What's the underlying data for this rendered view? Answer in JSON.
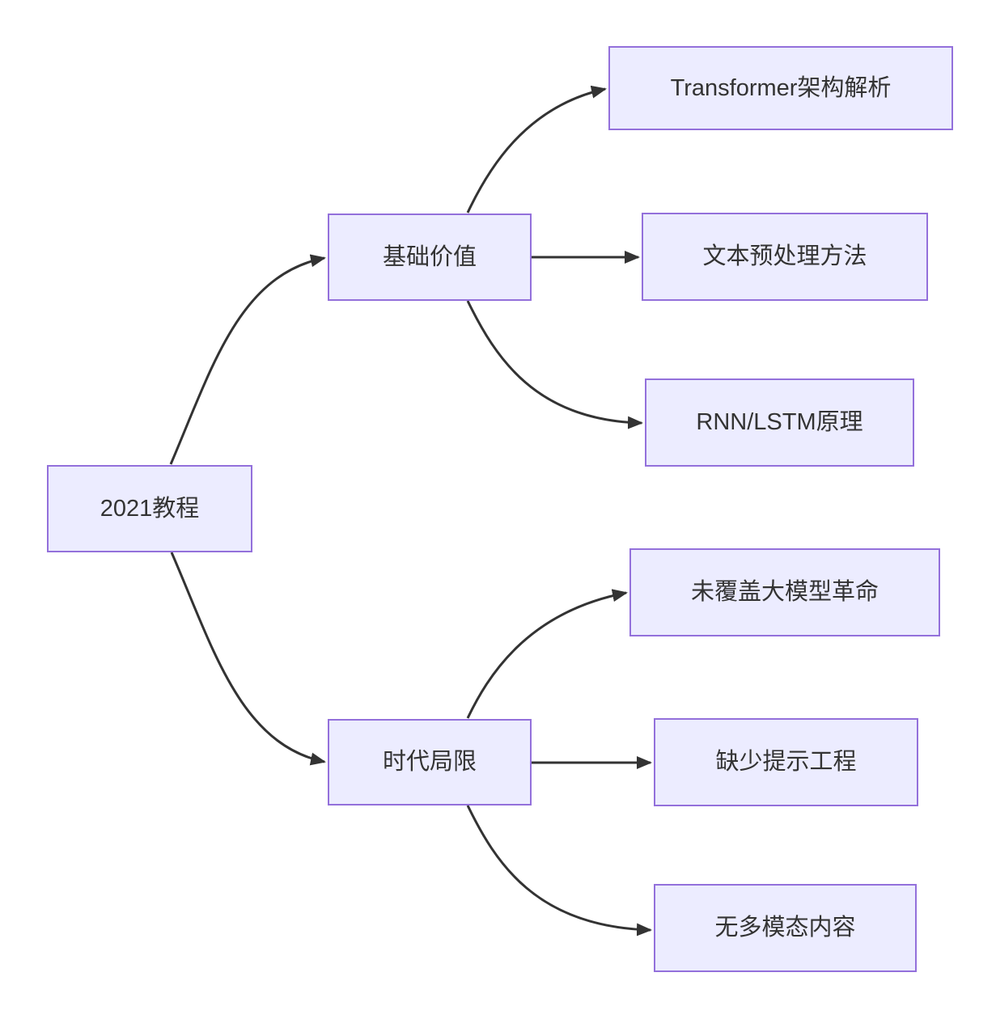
{
  "diagram": {
    "type": "flowchart-LR",
    "colors": {
      "node_fill": "#ECECFF",
      "node_border": "#9370DB",
      "edge_line": "#333333",
      "text": "#333333",
      "background": "#ffffff"
    },
    "nodes": [
      {
        "id": "2021-tutorial",
        "level": "root",
        "label": "2021教程"
      },
      {
        "id": "basic-value",
        "level": "branch",
        "label": "基础价值"
      },
      {
        "id": "era-limitations",
        "level": "branch",
        "label": "时代局限"
      },
      {
        "id": "transformer-architecture",
        "level": "leaf",
        "label": "Transformer架构解析"
      },
      {
        "id": "text-preprocessing",
        "level": "leaf",
        "label": "文本预处理方法"
      },
      {
        "id": "rnn-lstm-principles",
        "level": "leaf",
        "label": "RNN/LSTM原理"
      },
      {
        "id": "llm-revolution-not-covered",
        "level": "leaf",
        "label": "未覆盖大模型革命"
      },
      {
        "id": "missing-prompt-engineering",
        "level": "leaf",
        "label": "缺少提示工程"
      },
      {
        "id": "no-multimodal-content",
        "level": "leaf",
        "label": "无多模态内容"
      }
    ],
    "edges": [
      {
        "from": "2021教程",
        "to": "基础价值"
      },
      {
        "from": "2021教程",
        "to": "时代局限"
      },
      {
        "from": "基础价值",
        "to": "Transformer架构解析"
      },
      {
        "from": "基础价值",
        "to": "文本预处理方法"
      },
      {
        "from": "基础价值",
        "to": "RNN/LSTM原理"
      },
      {
        "from": "时代局限",
        "to": "未覆盖大模型革命"
      },
      {
        "from": "时代局限",
        "to": "缺少提示工程"
      },
      {
        "from": "时代局限",
        "to": "无多模态内容"
      }
    ]
  }
}
